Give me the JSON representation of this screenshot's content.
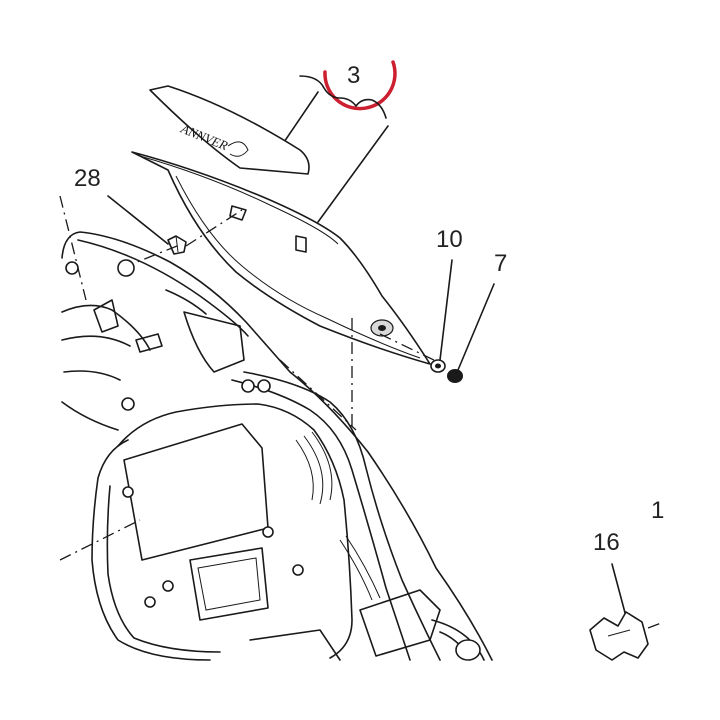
{
  "diagram": {
    "callouts": [
      {
        "id": "label-3",
        "text": "3"
      },
      {
        "id": "label-28",
        "text": "28"
      },
      {
        "id": "label-10",
        "text": "10"
      },
      {
        "id": "label-7",
        "text": "7"
      },
      {
        "id": "label-16",
        "text": "16"
      },
      {
        "id": "label-1-partial",
        "text": "1"
      }
    ],
    "decal_text": "ANNVER",
    "highlight_color": "#cc1f2f",
    "line_color": "#1a1a1a"
  }
}
